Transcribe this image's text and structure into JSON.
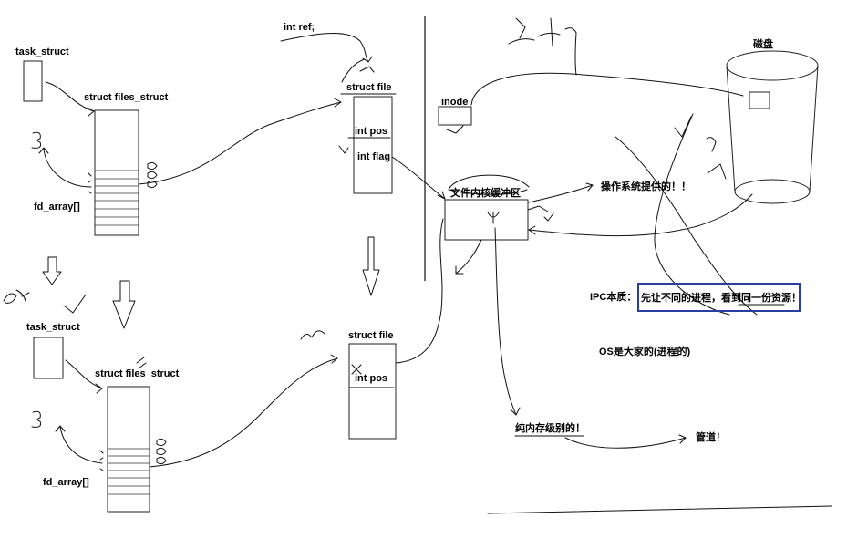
{
  "labels": {
    "task_struct_top": "task_struct",
    "files_struct_top": "struct files_struct",
    "fd_array_top": "fd_array[]",
    "task_struct_bottom": "task_struct",
    "files_struct_bottom": "struct files_struct",
    "fd_array_bottom": "fd_array[]",
    "int_ref": "int ref;",
    "struct_file_top": "struct file",
    "int_pos_top": "int pos",
    "int_flag": "int flag",
    "struct_file_bottom": "struct file",
    "int_pos_bottom": "int pos",
    "inode": "inode",
    "kernel_buffer": "文件内核缓冲区",
    "os_provided": "操作系统提供的！！",
    "disk": "磁盘",
    "ipc_prefix": "IPC本质：",
    "ipc_essence": "先让不同的进程，看到同一份资源！",
    "os_shared": "OS是大家的(进程的)",
    "memory_level": "纯内存级别的！",
    "pipe": "管道！"
  },
  "colors": {
    "ink": "#111111",
    "highlight_border": "#2a3e9e"
  }
}
